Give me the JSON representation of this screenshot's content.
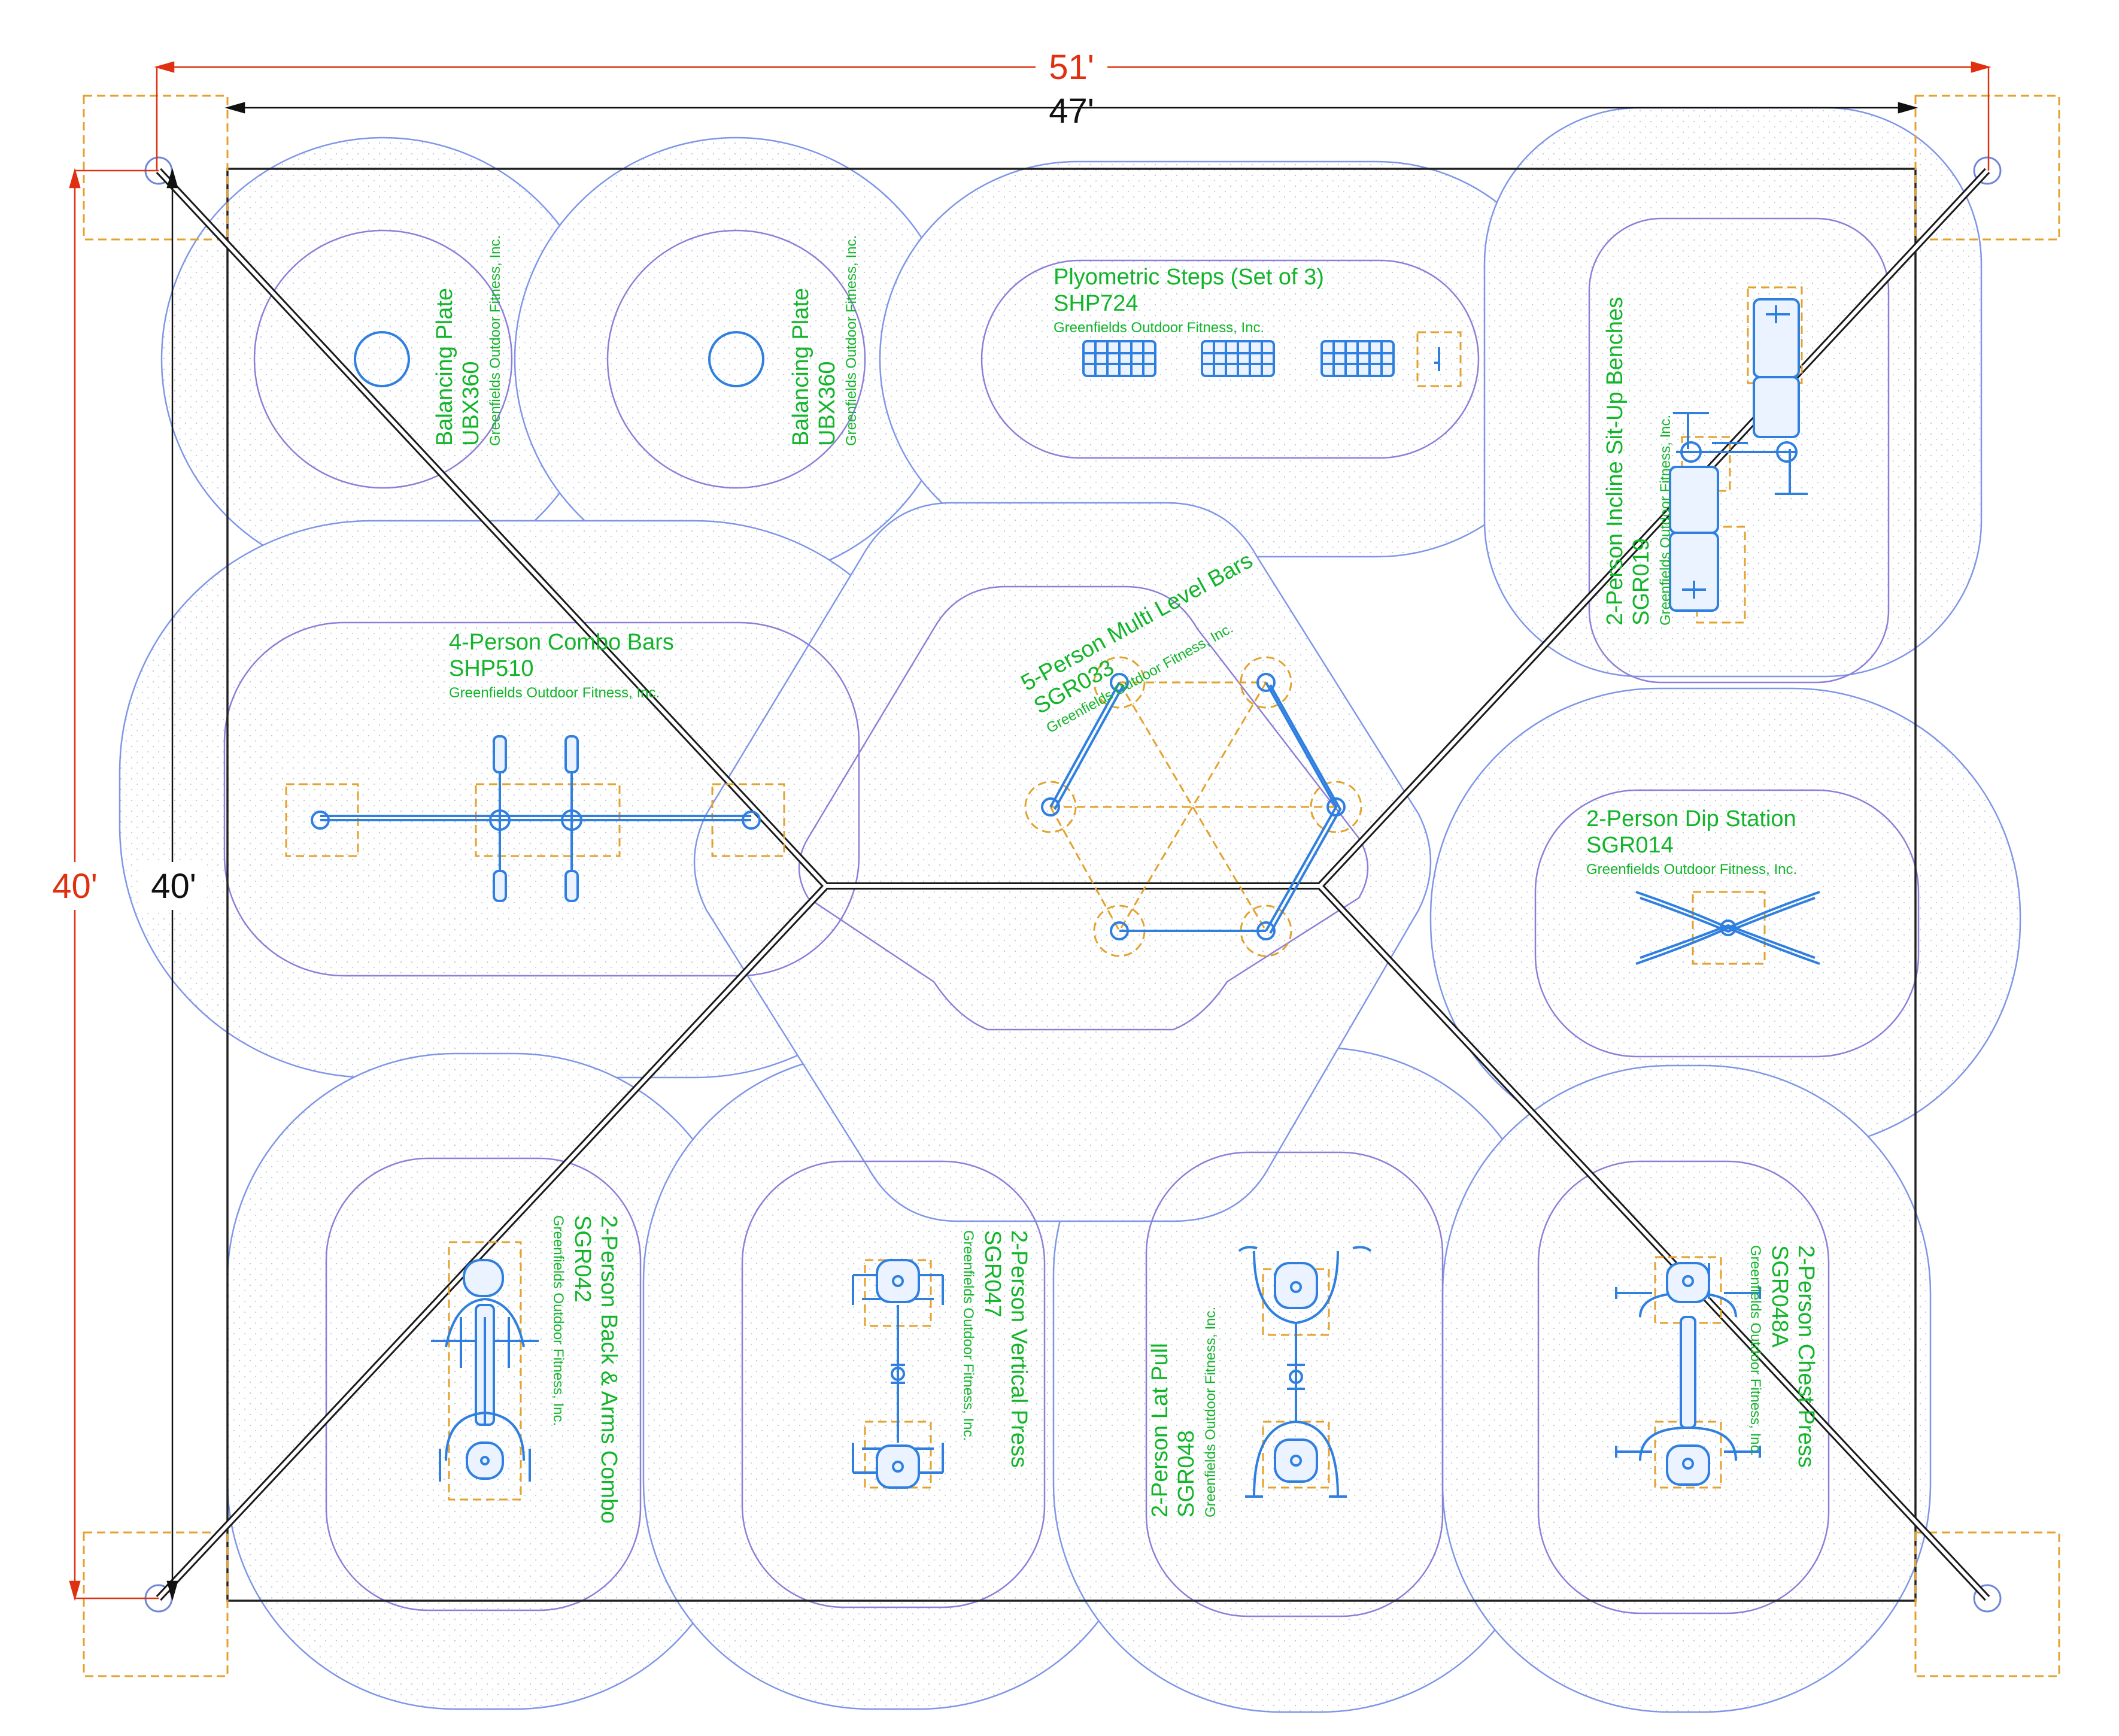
{
  "dimensions": {
    "overall_width": "51'",
    "inner_width": "47'",
    "overall_height": "40'",
    "inner_height": "40'"
  },
  "equipment": [
    {
      "name": "Balancing Plate",
      "model": "UBX360",
      "maker": "Greenfields Outdoor Fitness, Inc."
    },
    {
      "name": "Balancing Plate",
      "model": "UBX360",
      "maker": "Greenfields Outdoor Fitness, Inc."
    },
    {
      "name": "Plyometric Steps (Set of 3)",
      "model": "SHP724",
      "maker": "Greenfields Outdoor Fitness, Inc."
    },
    {
      "name": "2-Person Incline Sit-Up Benches",
      "model": "SGR019",
      "maker": "Greenfields Outdoor Fitness, Inc."
    },
    {
      "name": "4-Person Combo Bars",
      "model": "SHP510",
      "maker": "Greenfields Outdoor Fitness, Inc."
    },
    {
      "name": "5-Person Multi Level Bars",
      "model": "SGR033",
      "maker": "Greenfields Outdoor Fitness, Inc."
    },
    {
      "name": "2-Person Dip Station",
      "model": "SGR014",
      "maker": "Greenfields Outdoor Fitness, Inc."
    },
    {
      "name": "2-Person Back & Arms Combo",
      "model": "SGR042",
      "maker": "Greenfields Outdoor Fitness, Inc."
    },
    {
      "name": "2-Person Vertical Press",
      "model": "SGR047",
      "maker": "Greenfields Outdoor Fitness, Inc."
    },
    {
      "name": "2-Person Lat Pull",
      "model": "SGR048",
      "maker": "Greenfields Outdoor Fitness, Inc."
    },
    {
      "name": "2-Person Chest Press",
      "model": "SGR048A",
      "maker": "Greenfields Outdoor Fitness, Inc."
    }
  ],
  "colors": {
    "label": "#12b52a",
    "equipment": "#2e7fe0",
    "safety_zone": "#7f96e8",
    "footing": "#e3a22c",
    "dimension_accent": "#e03010"
  }
}
